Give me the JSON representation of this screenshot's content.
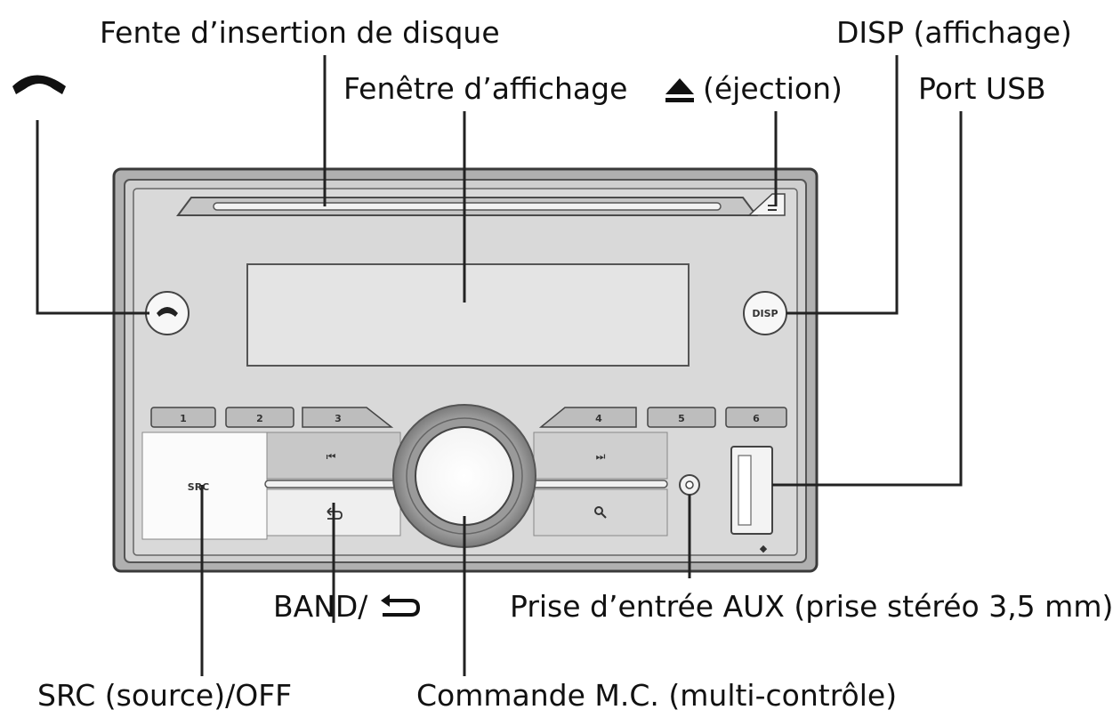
{
  "callouts": {
    "disc_slot": "Fente d’insertion de disque",
    "display_window": "Fenêtre d’affichage",
    "eject": "(éjection)",
    "disp": "DISP (affichage)",
    "usb_port": "Port USB",
    "band": "BAND/",
    "src": "SRC (source)/OFF",
    "mc_control": "Commande M.C. (multi-contrôle)",
    "aux_input": "Prise d’entrée AUX (prise stéréo 3,5 mm)"
  },
  "icons": {
    "phone": "phone-handset-icon",
    "eject": "eject-icon",
    "back": "back-arrow-icon"
  },
  "faceplate": {
    "preset_buttons": [
      "1",
      "2",
      "3",
      "4",
      "5",
      "6"
    ],
    "src_label": "SRC",
    "disp_label": "DISP"
  },
  "colors": {
    "panel_outer": "#8e8e8e",
    "panel_face": "#d8d8d8",
    "display": "#dcdcdc",
    "lines": "#2a2a2a"
  }
}
